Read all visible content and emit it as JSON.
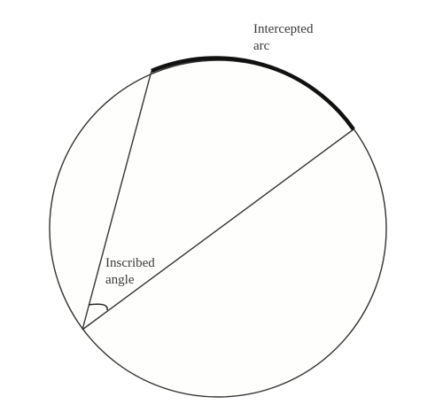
{
  "figure": {
    "labels": {
      "intercepted_arc": [
        "Intercepted",
        "arc"
      ],
      "inscribed_angle": [
        "Inscribed",
        "angle"
      ]
    },
    "colors": {
      "background": "#ffffff",
      "circle_fill": "#fefefc",
      "stroke": "#333333",
      "arc_highlight": "#111111",
      "text": "#3a3a3a"
    }
  }
}
